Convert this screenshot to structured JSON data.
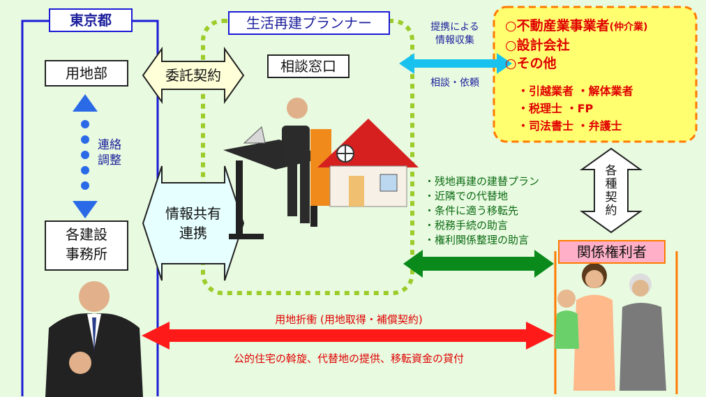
{
  "tokyo": {
    "title": "東京都",
    "land_dept": "用地部",
    "contact_lines": [
      "連絡",
      "調整"
    ],
    "office_lines": [
      "各建設",
      "事務所"
    ]
  },
  "middle": {
    "planner_title": "生活再建プランナー",
    "consign": "委託契約",
    "share_lines": [
      "情報共有",
      "連携"
    ],
    "desk": "相談窓口"
  },
  "links": {
    "collect_lines": [
      "提携による",
      "情報収集"
    ],
    "consult": "相談・依頼"
  },
  "partners": {
    "items": [
      "○不動産業事業者",
      "○設計会社",
      "○その他"
    ],
    "items_suffix": "(仲介業)",
    "sub_items": [
      "・引越業者 ・解体業者",
      "・税理士 ・FP",
      "・司法書士 ・弁護士"
    ],
    "contract_chars": [
      "各",
      "種",
      "契",
      "約"
    ]
  },
  "advice": {
    "items": [
      "・残地再建の建替プラン",
      "・近隣での代替地",
      "・条件に適う移転先",
      "・税務手続の助言",
      "・権利関係整理の助言"
    ]
  },
  "rights": {
    "title": "関係権利者"
  },
  "bottom": {
    "negotiation": "用地折衝 (用地取得・補償契約)",
    "support": "公的住宅の斡旋、代替地の提供、移転資金の貸付"
  },
  "colors": {
    "background": "#e8fae0",
    "tokyo_border": "#1a1ad6",
    "planner_dotted": "#9ccc2a",
    "partner_border": "#ff7a00",
    "partner_fill": "#ffff70",
    "rights_fill": "#ffb0c8",
    "red_arrow": "#ff1a1a",
    "green_arrow": "#0a8a1a",
    "cyan_arrow": "#19c2ee",
    "blue_arrow": "#2a6ae6"
  }
}
